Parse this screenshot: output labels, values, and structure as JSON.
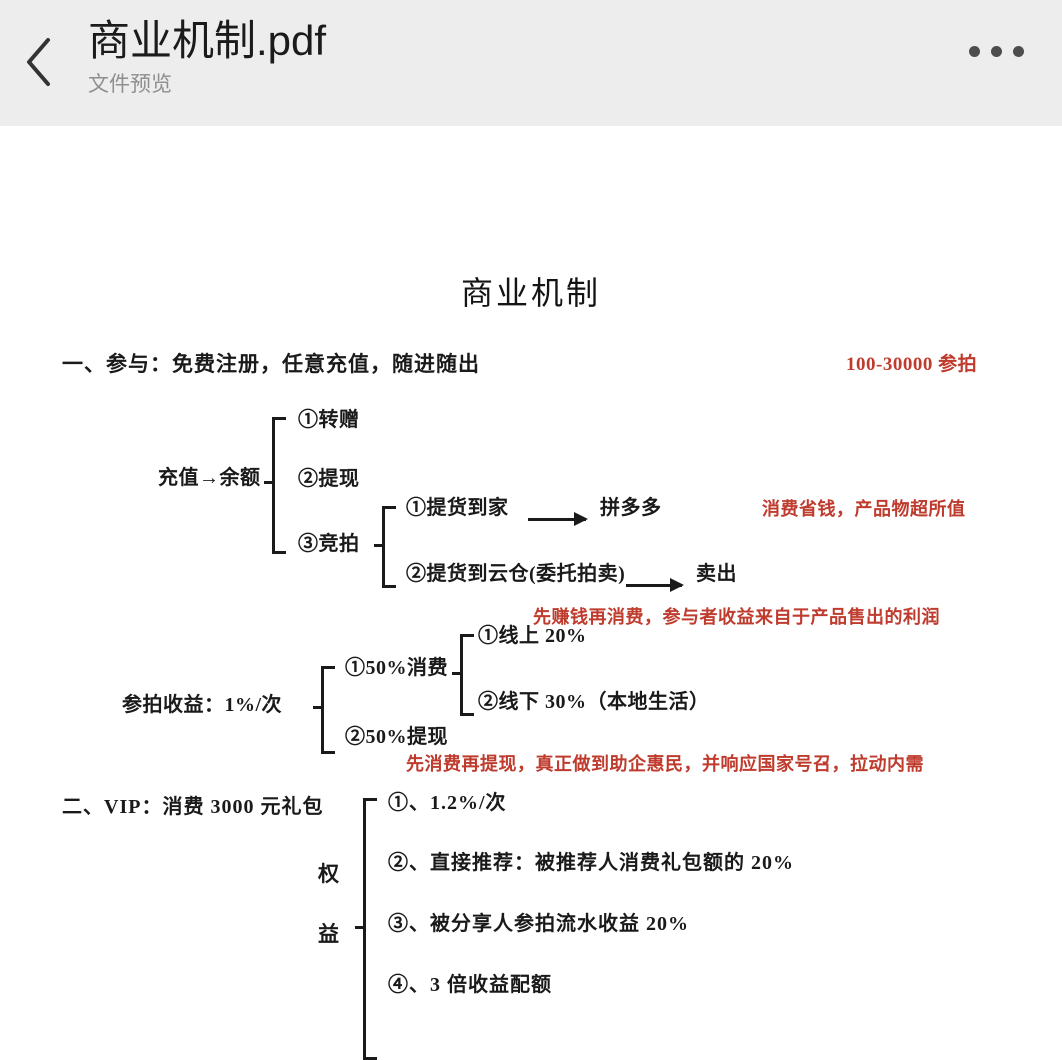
{
  "header": {
    "back_icon": "back-chevron-icon",
    "title": "商业机制.pdf",
    "subtitle": "文件预览",
    "more_icon": "more-options-icon"
  },
  "document": {
    "title": "商业机制",
    "section_one": {
      "heading": "一、参与：免费注册，任意充值，随进随出",
      "heading_note": "100-30000 参拍",
      "recharge": {
        "root": "充值→余额",
        "items": [
          "①转赠",
          "②提现",
          "③竞拍"
        ],
        "auction_children": [
          "①提货到家",
          "②提货到云仓(委托拍卖)"
        ],
        "auction_targets": [
          "拼多多",
          "卖出"
        ],
        "note_1": "消费省钱，产品物超所值",
        "note_2": "先赚钱再消费，参与者收益来自于产品售出的利润"
      },
      "revenue": {
        "root": "参拍收益：1%/次",
        "items": [
          "①50%消费",
          "②50%提现"
        ],
        "consume_children": [
          "①线上 20%",
          "②线下 30%（本地生活）"
        ],
        "note": "先消费再提现，真正做到助企惠民，并响应国家号召，拉动内需"
      }
    },
    "section_two": {
      "heading": "二、VIP：消费 3000 元礼包",
      "brace_label_line1": "权",
      "brace_label_line2": "益",
      "benefits": [
        "①、1.2%/次",
        "②、直接推荐：被推荐人消费礼包额的 20%",
        "③、被分享人参拍流水收益 20%",
        "④、3 倍收益配额"
      ]
    }
  },
  "colors": {
    "header_bg": "#ededed",
    "page_bg": "#ffffff",
    "text": "#1a1a1a",
    "accent_red": "#bf3b2d",
    "subtitle_gray": "#8e8e8e"
  }
}
